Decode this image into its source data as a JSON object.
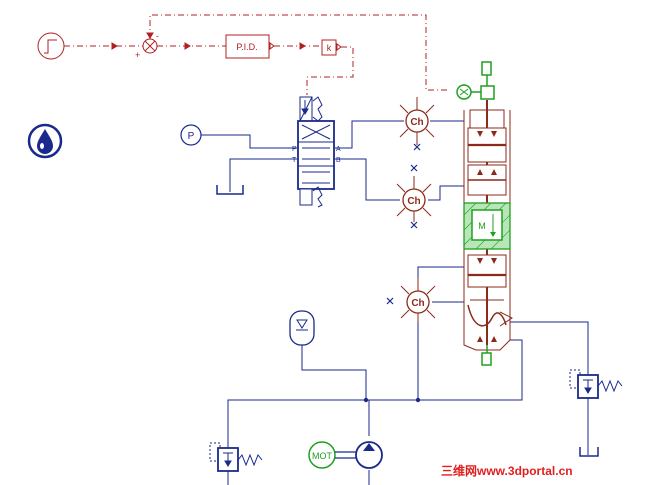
{
  "control": {
    "sum_minus": "-",
    "sum_plus": "+",
    "pid_label": "P.I.D.",
    "gain_label": "k"
  },
  "hydraulic": {
    "pressure_source_label": "P",
    "valve_port_p": "P",
    "valve_port_t": "T",
    "valve_port_a": "A",
    "valve_port_b": "B",
    "chamber_label": "Ch",
    "motor_label": "MOT"
  },
  "watermark": "三维网www.3dportal.cn",
  "colors": {
    "control": "#b02020",
    "hydraulic": "#1a2a8c",
    "actuator": "#8b2a1a",
    "sensor": "#20a020"
  }
}
